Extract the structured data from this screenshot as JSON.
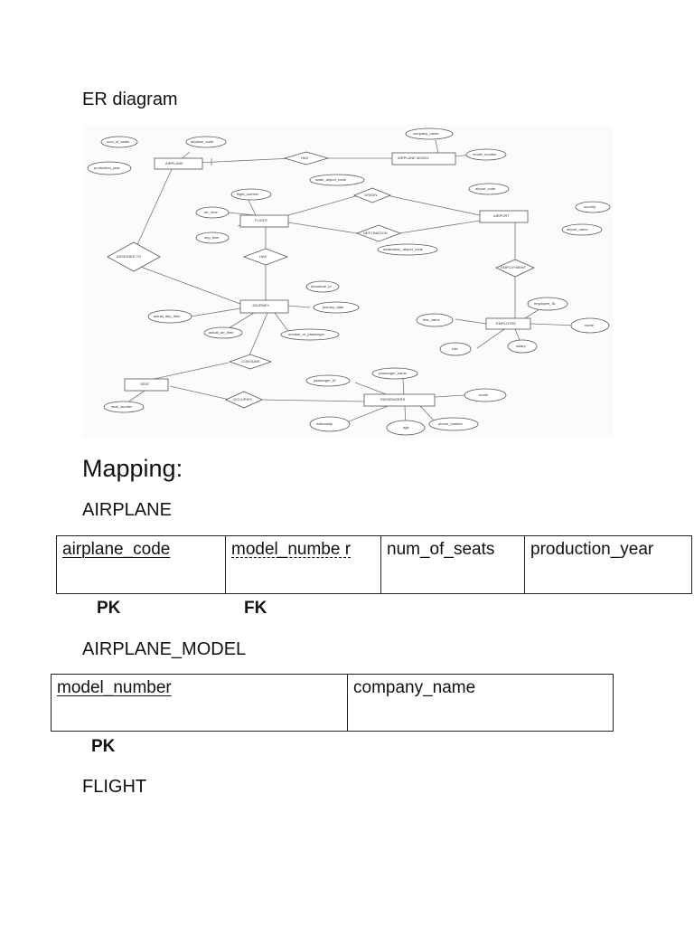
{
  "sections": {
    "er_title": "ER diagram",
    "mapping_title": "Mapping:",
    "airplane": "AIRPLANE",
    "airplane_model": "AIRPLANE_MODEL",
    "flight": "FLIGHT"
  },
  "er_diagram": {
    "entities": [
      "AIRPLANE",
      "AIRPLANE MODEL",
      "FLIGHT",
      "AIRPORT",
      "JOURNEY",
      "EMPLOYEE",
      "SEAT",
      "PASSENGERS"
    ],
    "relationships": [
      "HAS",
      "ORIGIN",
      "DESTINATION",
      "HAS",
      "ASSIGNED TO",
      "EMPLOYMENT",
      "CONTAINS",
      "OCCUPIES"
    ],
    "attributes": [
      "num_of_seats",
      "airplane_code",
      "production_year",
      "company_name",
      "model_number",
      "flight_number",
      "arr_time",
      "dep_time",
      "scale_airport_code",
      "destination_airport_code",
      "airport_code",
      "country",
      "airport_name",
      "departure_id",
      "journey_date",
      "actual_dep_time",
      "actual_arr_time",
      "number_of_passenger",
      "employee_ID",
      "first_name",
      "name",
      "role",
      "salary",
      "seat_number",
      "passenger_ID",
      "passenger_name",
      "email",
      "nationality",
      "age",
      "phone_number"
    ]
  },
  "airplane_table": {
    "columns": [
      "airplane_code",
      "model_numbe r",
      "num_of_seats",
      "production_year"
    ],
    "pk": "PK",
    "fk": "FK"
  },
  "model_table": {
    "columns": [
      "model_number",
      "company_name"
    ],
    "pk": "PK"
  }
}
